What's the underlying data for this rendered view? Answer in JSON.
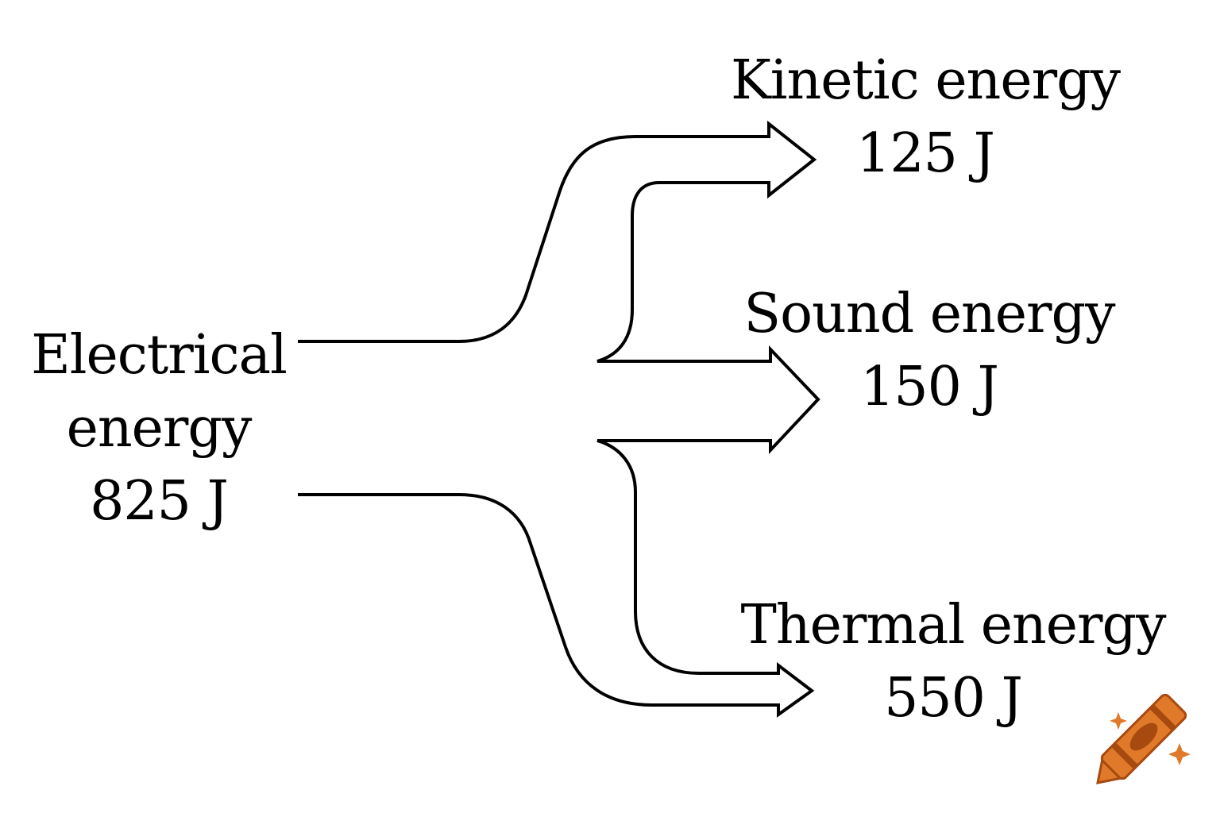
{
  "source": {
    "name": "Electrical",
    "name2": "energy",
    "value": "825 J"
  },
  "outputs": [
    {
      "name": "Kinetic energy",
      "value": "125 J"
    },
    {
      "name": "Sound energy",
      "value": "150 J"
    },
    {
      "name": "Thermal energy",
      "value": "550 J"
    }
  ],
  "colors": {
    "stroke": "#000000",
    "background": "#ffffff",
    "logo_orange": "#e07a2a",
    "logo_dark": "#a64a10"
  },
  "icons": [
    "crayon-logo-icon"
  ]
}
